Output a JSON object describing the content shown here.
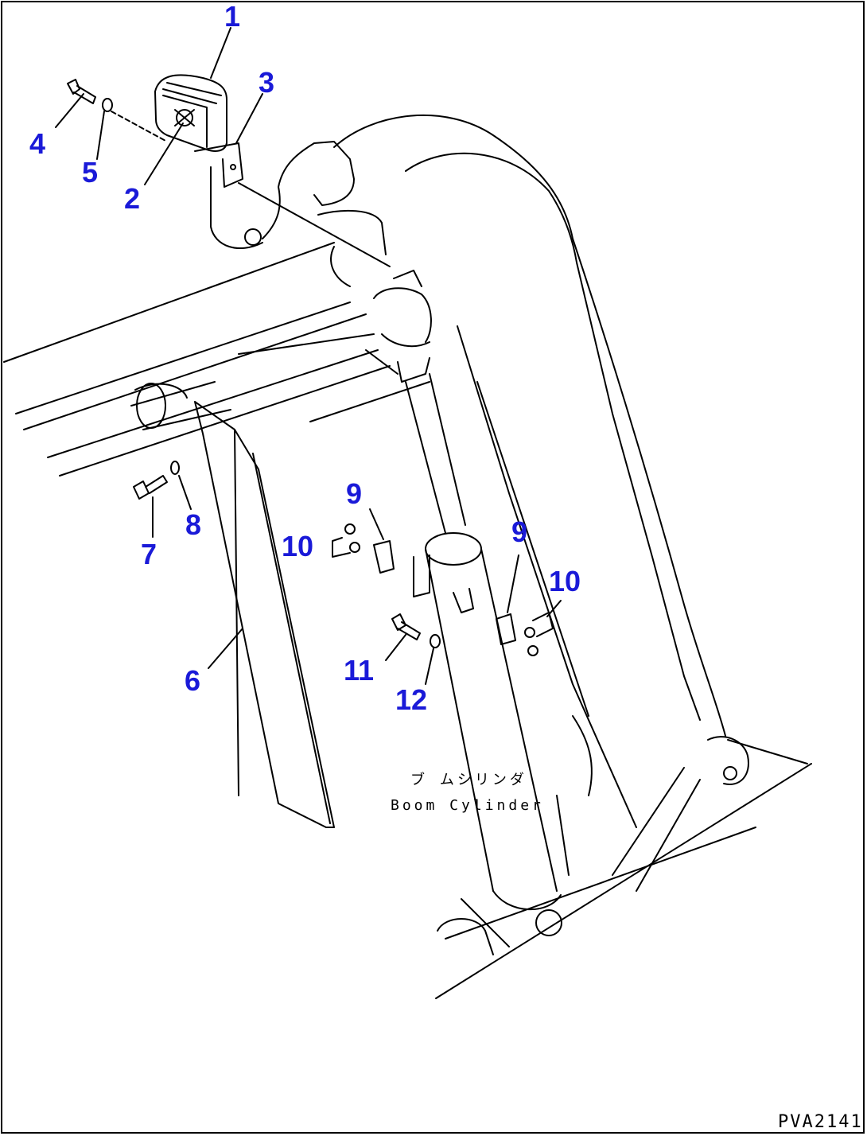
{
  "callouts": {
    "c1": "1",
    "c2": "2",
    "c3": "3",
    "c4": "4",
    "c5": "5",
    "c6": "6",
    "c7": "7",
    "c8": "8",
    "c9a": "9",
    "c9b": "9",
    "c10a": "10",
    "c10b": "10",
    "c11": "11",
    "c12": "12"
  },
  "labels": {
    "boom_cylinder_jp": "ブ ムシリンダ",
    "boom_cylinder_en": "Boom Cylinder"
  },
  "drawing_code": "PVA2141",
  "colors": {
    "callout": "#1a1ad8",
    "line": "#000000",
    "background": "#ffffff"
  }
}
